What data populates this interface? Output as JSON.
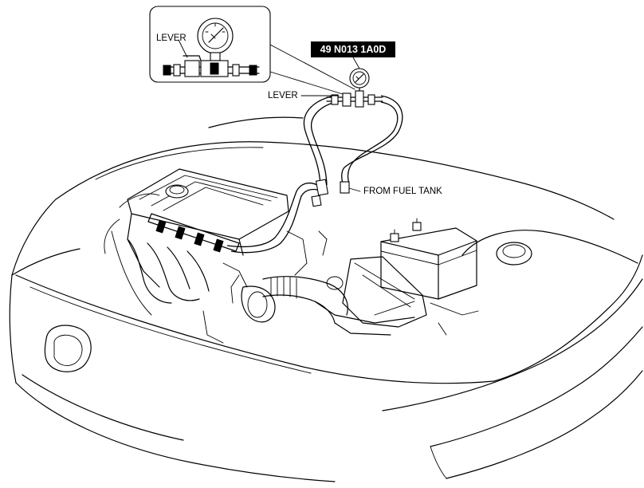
{
  "labels": {
    "part_number": "49 N013 1A0D",
    "lever_inset": "LEVER",
    "lever_main": "LEVER",
    "from_fuel_tank": "FROM FUEL TANK"
  }
}
